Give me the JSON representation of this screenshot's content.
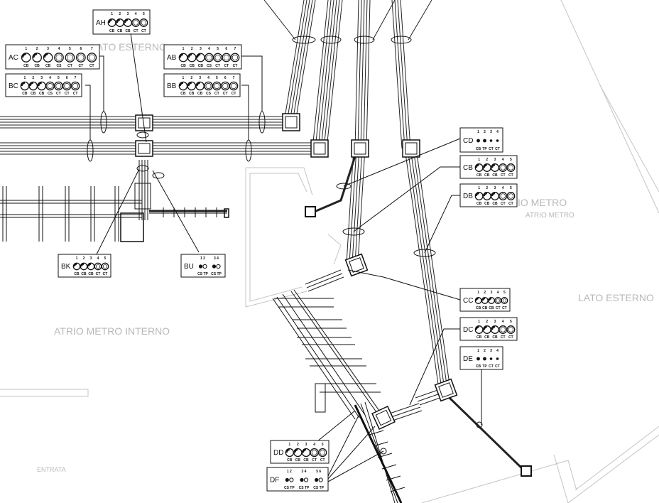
{
  "drawing": {
    "area_labels": {
      "lato_esterno_top": "LATO ESTERNO",
      "atrio_metro": "ATRIO METRO",
      "atrio_metro_small": "ATRIO METRO",
      "lato_esterno_right": "LATO ESTERNO",
      "atrio_metro_interno": "ATRIO METRO INTERNO",
      "entrata": "ENTRATA"
    },
    "tags": [
      {
        "id": "AH",
        "nums": [
          "1",
          "2",
          "3",
          "4",
          "5"
        ],
        "types": [
          "CB",
          "CB",
          "CB",
          "CT",
          "CT"
        ]
      },
      {
        "id": "AC",
        "nums": [
          "1",
          "2",
          "3",
          "4",
          "5",
          "6",
          "7"
        ],
        "types": [
          "CB",
          "CB",
          "CB",
          "CS",
          "CT",
          "CT",
          "CT"
        ]
      },
      {
        "id": "BC",
        "nums": [
          "1",
          "2",
          "3",
          "4",
          "5",
          "6",
          "7"
        ],
        "types": [
          "CB",
          "CB",
          "CB",
          "CS",
          "CT",
          "CT",
          "CT"
        ]
      },
      {
        "id": "AB",
        "nums": [
          "1",
          "2",
          "3",
          "4",
          "5",
          "6",
          "7"
        ],
        "types": [
          "CB",
          "CB",
          "CB",
          "CS",
          "CT",
          "CT",
          "CT"
        ]
      },
      {
        "id": "BB",
        "nums": [
          "1",
          "2",
          "3",
          "4",
          "5",
          "6",
          "7"
        ],
        "types": [
          "CB",
          "CB",
          "CB",
          "CS",
          "CT",
          "CT",
          "CT"
        ]
      },
      {
        "id": "CD",
        "nums": [
          "1",
          "2",
          "3",
          "4"
        ],
        "types": [
          "CB",
          "TP",
          "CT",
          "CT"
        ]
      },
      {
        "id": "CB",
        "nums": [
          "1",
          "2",
          "3",
          "4",
          "5"
        ],
        "types": [
          "CB",
          "CB",
          "CB",
          "CT",
          "CT"
        ]
      },
      {
        "id": "DB",
        "nums": [
          "1",
          "2",
          "3",
          "4",
          "5"
        ],
        "types": [
          "CB",
          "CB",
          "CB",
          "CT",
          "CT"
        ]
      },
      {
        "id": "BK",
        "nums": [
          "1",
          "2",
          "3",
          "4",
          "5"
        ],
        "types": [
          "CB",
          "CB",
          "CB",
          "CT",
          "CT"
        ]
      },
      {
        "id": "BU",
        "nums": [
          "1 2",
          "3 4"
        ],
        "types": [
          "CS TP",
          "CS TP"
        ]
      },
      {
        "id": "CC",
        "nums": [
          "1",
          "2",
          "3",
          "4",
          "5"
        ],
        "types": [
          "CB",
          "CB",
          "CB",
          "CT",
          "CT"
        ]
      },
      {
        "id": "DC",
        "nums": [
          "1",
          "2",
          "3",
          "4",
          "5"
        ],
        "types": [
          "CB",
          "CB",
          "CB",
          "CT",
          "CT"
        ]
      },
      {
        "id": "DE",
        "nums": [
          "1",
          "2",
          "3",
          "4"
        ],
        "types": [
          "CB",
          "TP",
          "CT",
          "CT"
        ]
      },
      {
        "id": "DD",
        "nums": [
          "1",
          "2",
          "3",
          "4",
          "5"
        ],
        "types": [
          "CB",
          "CB",
          "CB",
          "CT",
          "CT"
        ]
      },
      {
        "id": "DF",
        "nums": [
          "1 2",
          "3 4",
          "5 6"
        ],
        "types": [
          "CS TP",
          "CS TP",
          "CS TP"
        ]
      }
    ]
  }
}
